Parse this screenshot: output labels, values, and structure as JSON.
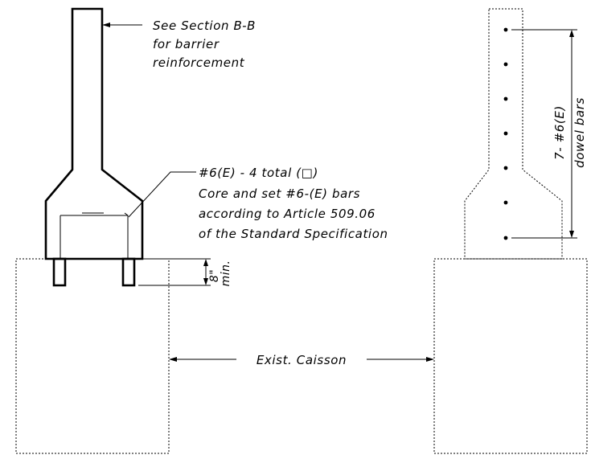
{
  "notes": {
    "section_ref_line1": "See Section B-B",
    "section_ref_line2": "for barrier",
    "section_ref_line3": "reinforcement",
    "bars_line1": "#6(E) - 4 total (□)",
    "bars_line2": "Core and set #6-(E) bars",
    "bars_line3": "according to Article 509.06",
    "bars_line4": "of the Standard Specification",
    "embed_depth": "8\"",
    "embed_depth_qualifier": "min.",
    "caisson_label": "Exist. Caisson",
    "dowel_count": "7- #6(E)",
    "dowel_desc": "dowel bars"
  }
}
